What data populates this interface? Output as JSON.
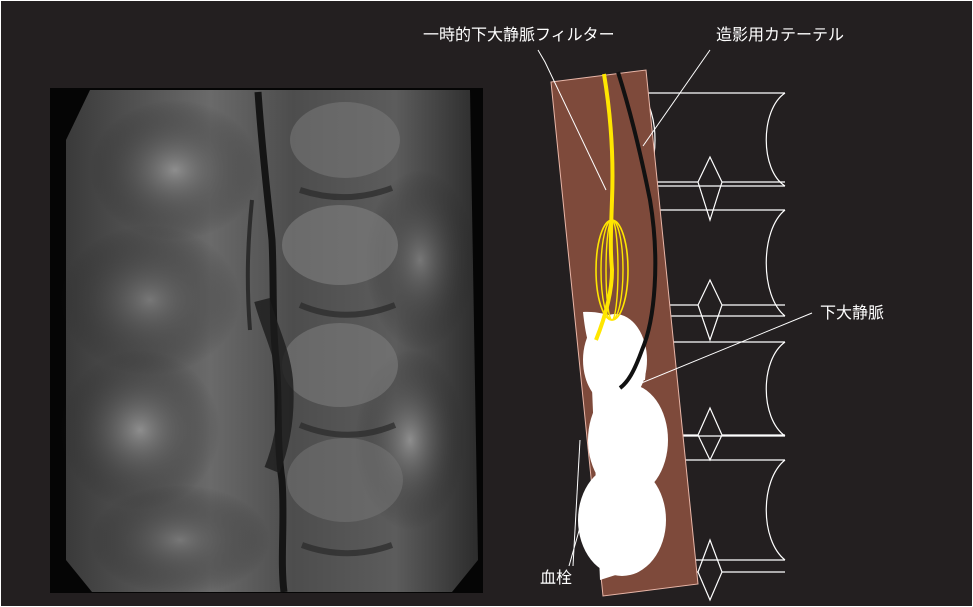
{
  "labels": {
    "ivc_filter": "一時的下大静脈フィルター",
    "catheter": "造影用カテーテル",
    "ivc": "下大静脈",
    "thrombus": "血栓"
  },
  "colors": {
    "background": "#231f20",
    "vein_fill": "#7e4a3b",
    "filter_wire": "#ffe600",
    "catheter": "#111111",
    "thrombus": "#ffffff",
    "line_art": "#ffffff"
  }
}
